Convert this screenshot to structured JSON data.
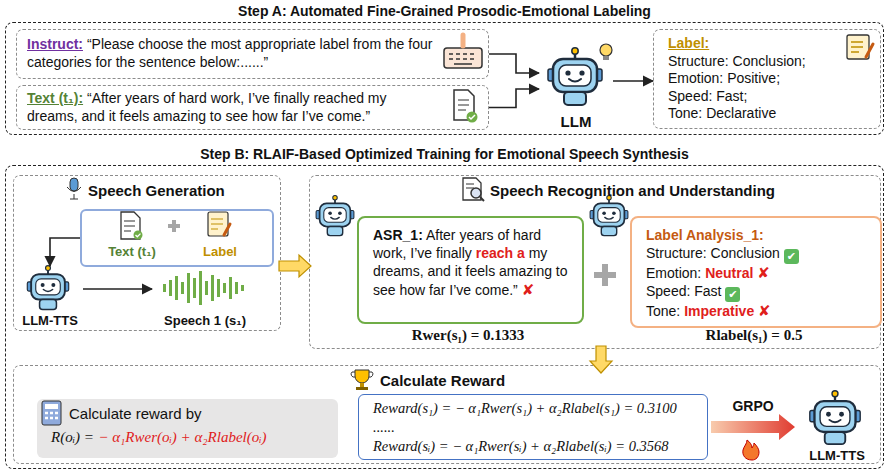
{
  "diagram": {
    "nodes": [
      {
        "text": [
          "Step A: Automated Fine-Grained Prosodic-Emotional Labeling"
        ]
      },
      {
        "text": [
          "Instruct:",
          "“Please choose the most appropriate label from the four categories for the sentence below:......”"
        ],
        "in": 0
      },
      {
        "text": [
          "Text (t₁):",
          "“After years of hard work, I’ve finally reached my dreams, and it feels amazing to see how far I’ve come.”"
        ],
        "in": 0
      },
      {
        "text": [
          "LLM"
        ],
        "in": 0
      },
      {
        "text": [
          "Label:",
          "Structure: Conclusion;",
          "Emotion: Positive;",
          "Speed: Fast;",
          "Tone: Declarative"
        ],
        "in": 0
      },
      {
        "text": [
          "Step B: RLAIF-Based Optimized Training for Emotional Speech Synthesis"
        ]
      },
      {
        "text": [
          "Speech Generation"
        ],
        "in": 5
      },
      {
        "text": [
          "Text (t₁)",
          "Label"
        ],
        "in": 6
      },
      {
        "text": [
          "LLM-TTS"
        ],
        "in": 6
      },
      {
        "text": [
          "Speech 1 (s₁)"
        ],
        "in": 6
      },
      {
        "text": [
          "Speech Recognition and Understanding"
        ],
        "in": 5
      },
      {
        "text": [
          "ASR_1:",
          "After years of hard work, I’ve finally",
          "reach a",
          "my dreams, and it feels amazing to see how far I’ve come.”",
          "✘"
        ],
        "in": 10
      },
      {
        "text": [
          "Label Analysis_1:",
          "Structure: Conclusion",
          "✔",
          "Emotion:",
          "Neutral",
          "✘",
          "Speed: Fast",
          "✔",
          "Tone:",
          "Imperative",
          "✘"
        ],
        "in": 10
      },
      {
        "text": [
          "Calculate Reward"
        ],
        "in": 5
      },
      {
        "text": [
          "Calculate reward by",
          "R(oᵢ) =",
          "− α₁Rwer(oᵢ) + α₂Rlabel(oᵢ)"
        ],
        "in": 13
      },
      {
        "text": [
          "Reward(s₁) = − α₁Rwer(s₁) + α₂Rlabel(s₁) = 0.3100",
          "......",
          "Reward(sᵢ) = − α₁Rwer(sᵢ) + α₂Rlabel(sᵢ) = 0.3568"
        ],
        "in": 13
      },
      {
        "text": [
          "LLM-TTS"
        ],
        "in": 13
      }
    ],
    "edges": [
      {
        "from": 1,
        "to": 3,
        "arrow": "to"
      },
      {
        "from": 2,
        "to": 3,
        "arrow": "to"
      },
      {
        "from": 3,
        "to": 4,
        "arrow": "to"
      },
      {
        "from": 7,
        "to": 8,
        "arrow": "to"
      },
      {
        "from": 8,
        "to": 9,
        "arrow": "to"
      },
      {
        "from": 6,
        "to": 10,
        "arrow": "to"
      },
      {
        "from": 10,
        "to": 13,
        "arrow": "to"
      },
      {
        "from": 15,
        "to": 16,
        "label": "GRPO",
        "arrow": "to"
      }
    ],
    "labels": [
      "Rwer(s₁) = 0.1333",
      "Rlabel(s₁) = 0.5"
    ]
  }
}
